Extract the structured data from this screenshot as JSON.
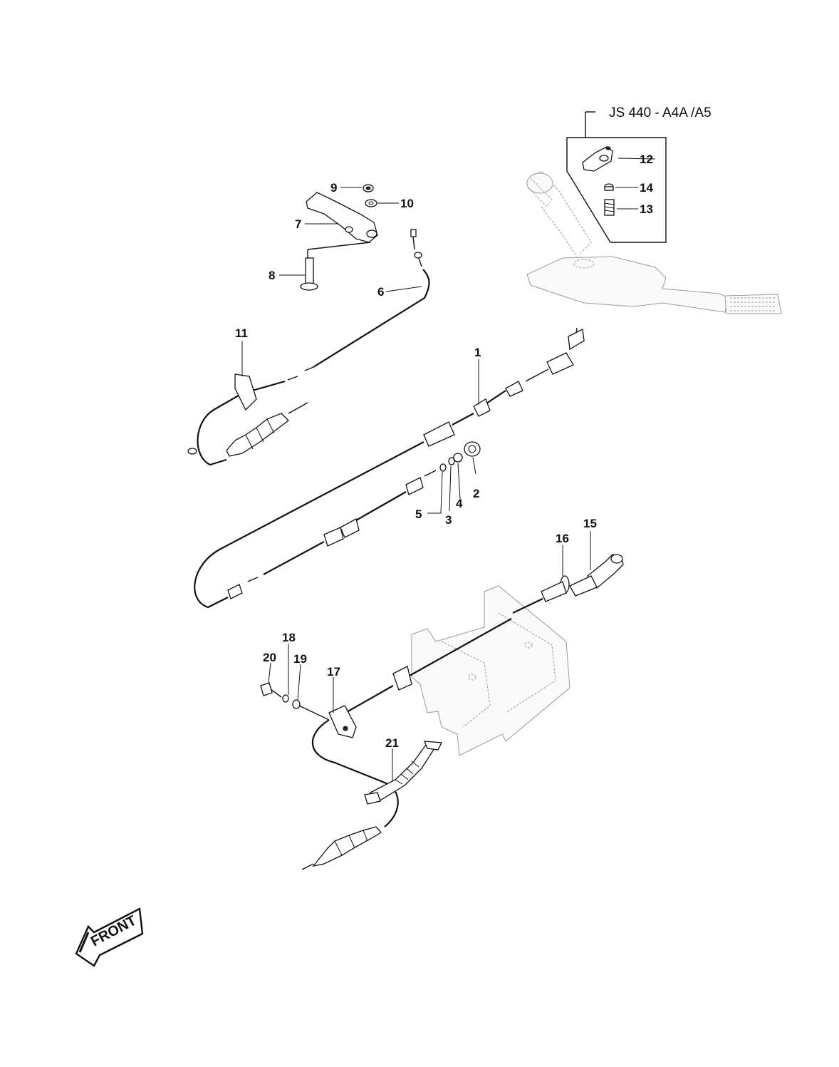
{
  "diagram": {
    "header_label": "JS 440 - A4A /A5",
    "front_label": "FRONT",
    "callouts": [
      {
        "id": "c1",
        "text": "1"
      },
      {
        "id": "c2",
        "text": "2"
      },
      {
        "id": "c3",
        "text": "3"
      },
      {
        "id": "c4",
        "text": "4"
      },
      {
        "id": "c5",
        "text": "5"
      },
      {
        "id": "c6",
        "text": "6"
      },
      {
        "id": "c7",
        "text": "7"
      },
      {
        "id": "c8",
        "text": "8"
      },
      {
        "id": "c9",
        "text": "9"
      },
      {
        "id": "c10",
        "text": "10"
      },
      {
        "id": "c11",
        "text": "11"
      },
      {
        "id": "c12",
        "text": "12"
      },
      {
        "id": "c13",
        "text": "13"
      },
      {
        "id": "c14",
        "text": "14"
      },
      {
        "id": "c15",
        "text": "15"
      },
      {
        "id": "c16",
        "text": "16"
      },
      {
        "id": "c17",
        "text": "17"
      },
      {
        "id": "c18",
        "text": "18"
      },
      {
        "id": "c19",
        "text": "19"
      },
      {
        "id": "c20",
        "text": "20"
      },
      {
        "id": "c21",
        "text": "21"
      }
    ]
  }
}
